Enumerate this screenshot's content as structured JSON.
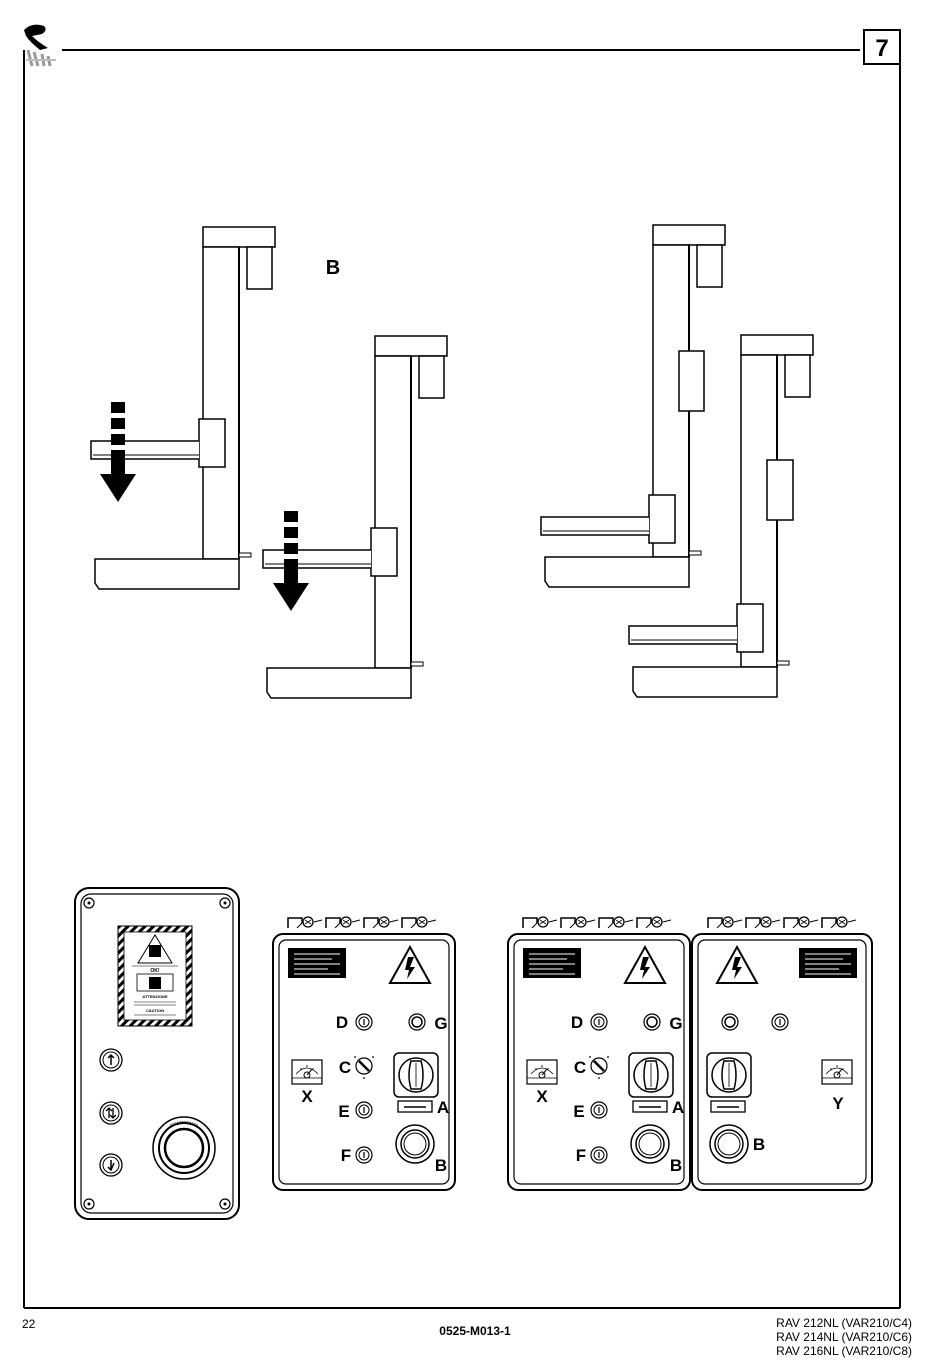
{
  "header": {
    "section_number": "7"
  },
  "figures": {
    "lift_b_label": "B",
    "panel_1": {
      "warning_label_lines": [
        "OK!",
        "ATTENZIONE",
        "CAUTION"
      ]
    },
    "panel_2": {
      "labels": {
        "d": "D",
        "g": "G",
        "c": "C",
        "x": "X",
        "e": "E",
        "a": "A",
        "f": "F",
        "b": "B"
      }
    },
    "panel_3": {
      "labels": {
        "d": "D",
        "g": "G",
        "c": "C",
        "x": "X",
        "e": "E",
        "a": "A",
        "f": "F",
        "b1": "B",
        "b2": "B",
        "y": "Y"
      }
    }
  },
  "footer": {
    "page_number": "22",
    "document_code": "0525-M013-1",
    "models": [
      "RAV 212NL (VAR210/C4)",
      "RAV 214NL (VAR210/C6)",
      "RAV 216NL (VAR210/C8)"
    ]
  },
  "icons": [
    "logo-icon",
    "danger-voltage-icon",
    "arrow-up-icon",
    "arrow-down-icon",
    "arrow-up-down-icon",
    "gauge-icon",
    "emergency-stop-icon"
  ]
}
